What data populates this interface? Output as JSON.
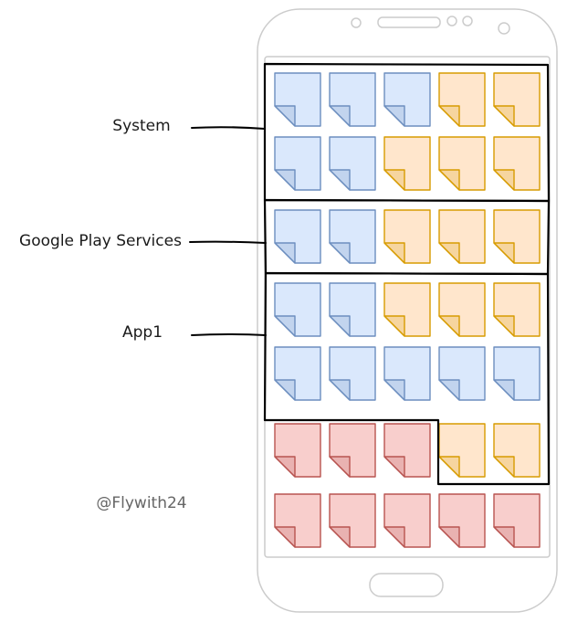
{
  "labels": {
    "system": "System",
    "google_play_services": "Google Play Services",
    "app1": "App1"
  },
  "watermark": "@Flywith24",
  "colors": {
    "blue_fill": "#dae8fc",
    "blue_stroke": "#6c8ebf",
    "orange_fill": "#ffe6cc",
    "orange_stroke": "#d79b00",
    "red_fill": "#f8cecc",
    "red_stroke": "#b85450",
    "outline": "#000000",
    "phone": "#cccccc"
  },
  "grid": [
    [
      "blue",
      "blue",
      "blue",
      "orange",
      "orange"
    ],
    [
      "blue",
      "blue",
      "orange",
      "orange",
      "orange"
    ],
    [
      "blue",
      "blue",
      "orange",
      "orange",
      "orange"
    ],
    [
      "blue",
      "blue",
      "orange",
      "orange",
      "orange"
    ],
    [
      "blue",
      "blue",
      "blue",
      "blue",
      "blue"
    ],
    [
      "red",
      "red",
      "red",
      "orange",
      "orange"
    ],
    [
      "red",
      "red",
      "red",
      "red",
      "red"
    ]
  ]
}
